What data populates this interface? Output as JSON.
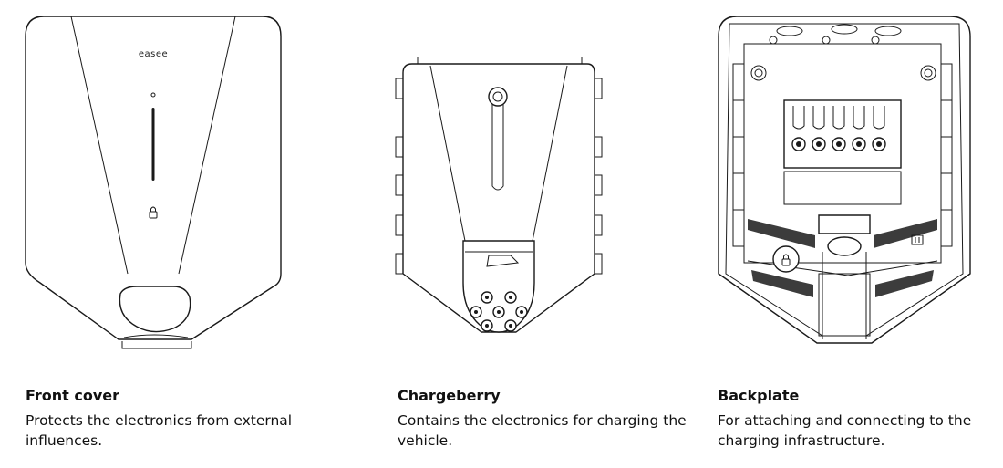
{
  "brand": {
    "logo_text": "easee"
  },
  "panels": [
    {
      "title": "Front cover",
      "description": "Protects the electronics from external influences."
    },
    {
      "title": "Chargeberry",
      "description": "Contains the electronics for charging the vehicle."
    },
    {
      "title": "Backplate",
      "description": "For attaching and connecting to the charging infrastructure."
    }
  ],
  "colors": {
    "line": "#1a1a1a",
    "background": "#ffffff"
  },
  "icons": [
    "lock-icon"
  ]
}
